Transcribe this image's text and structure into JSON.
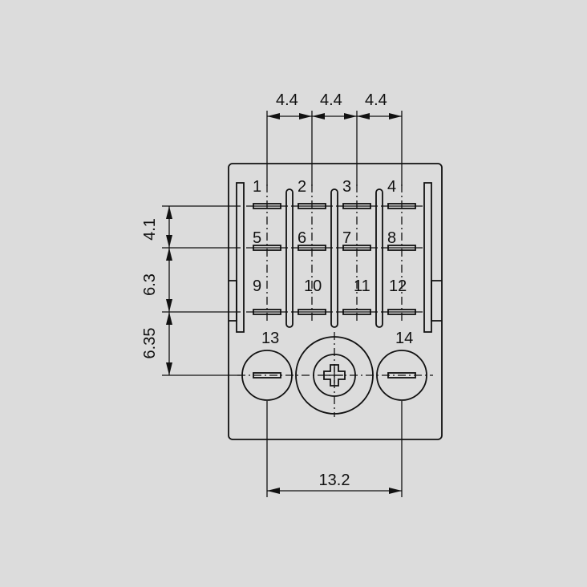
{
  "dimensions": {
    "pitch_1": "4.4",
    "pitch_2": "4.4",
    "pitch_3": "4.4",
    "row_1": "4.1",
    "row_2": "6.3",
    "row_3": "6.35",
    "bottom": "13.2"
  },
  "pins": [
    "1",
    "2",
    "3",
    "4",
    "5",
    "6",
    "7",
    "8",
    "9",
    "10",
    "11",
    "12",
    "13",
    "14"
  ]
}
